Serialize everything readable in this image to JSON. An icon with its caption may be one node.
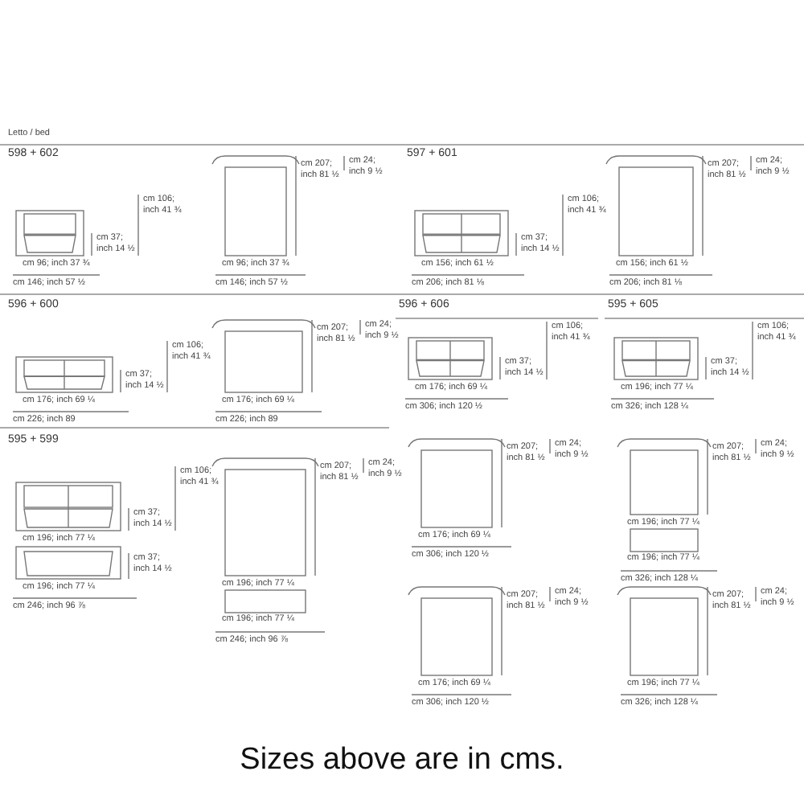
{
  "diagram": {
    "title": "Letto / bed",
    "caption": "Sizes above are in cms.",
    "labels": [
      "598 + 602",
      "cm 106; inch 41 ¾",
      "cm 37; inch 14 ½",
      "cm 96; inch 37 ¾",
      "cm 146; inch 57 ½",
      "cm 207; inch 81 ½",
      "cm 24; inch 9 ½",
      "cm 96; inch 37 ¾",
      "cm 146; inch 57 ½",
      "597 + 601",
      "cm 106; inch 41 ¾",
      "cm 37; inch 14 ½",
      "cm 156; inch 61 ½",
      "cm 206; inch 81 ⅛",
      "cm 207; inch 81 ½",
      "cm 24; inch 9 ½",
      "cm 156; inch 61 ½",
      "cm 206; inch 81 ⅛",
      "596 + 600",
      "cm 106; inch 41 ¾",
      "cm 37; inch 14 ½",
      "cm 176; inch 69 ¼",
      "cm 226; inch 89",
      "cm 207; inch 81 ½",
      "cm 24; inch 9 ½",
      "cm 176; inch 69 ¼",
      "cm 226; inch 89",
      "596 + 606",
      "cm 106; inch 41 ¾",
      "cm 37; inch 14 ½",
      "cm 176; inch 69 ¼",
      "cm 306; inch 120 ½",
      "595 + 605",
      "cm 106; inch 41 ¾",
      "cm 37; inch 14 ½",
      "cm 196; inch 77 ¼",
      "cm 326; inch 128 ¼",
      "595 + 599",
      "cm 106; inch 41 ¾",
      "cm 37; inch 14 ½",
      "cm 196; inch 77 ¼",
      "cm 37; inch 14 ½",
      "cm 196; inch 77 ¼",
      "cm 246; inch 96 ⅞",
      "cm 207; inch 81 ½",
      "cm 24; inch 9 ½",
      "cm 196; inch 77 ¼",
      "cm 196; inch 77 ¼",
      "cm 246; inch 96 ⅞",
      "cm 207; inch 81 ½",
      "cm 24; inch 9 ½",
      "cm 176; inch 69 ¼",
      "cm 306; inch 120 ½",
      "cm 207; inch 81 ½",
      "cm 24; inch 9 ½",
      "cm 196; inch 77 ¼",
      "cm 196; inch 77 ¼",
      "cm 326; inch 128 ¼",
      "cm 207; inch 81 ½",
      "cm 24; inch 9 ½",
      "cm 176; inch 69 ¼",
      "cm 306; inch 120 ½",
      "cm 207; inch 81 ½",
      "cm 24; inch 9 ½",
      "cm 196; inch 77 ¼",
      "cm 326; inch 128 ¼"
    ]
  }
}
